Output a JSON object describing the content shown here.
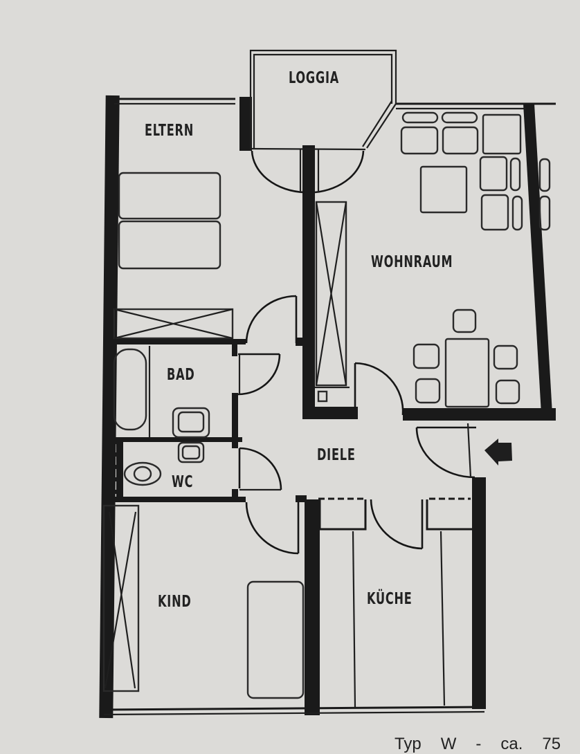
{
  "floorplan": {
    "rooms": [
      {
        "id": "loggia",
        "label": "LOGGIA"
      },
      {
        "id": "eltern",
        "label": "ELTERN"
      },
      {
        "id": "wohnraum",
        "label": "WOHNRAUM"
      },
      {
        "id": "bad",
        "label": "BAD"
      },
      {
        "id": "wc",
        "label": "WC"
      },
      {
        "id": "diele",
        "label": "DIELE"
      },
      {
        "id": "kind",
        "label": "KIND"
      },
      {
        "id": "kueche",
        "label": "KÜCHE"
      }
    ],
    "entrance": {
      "icon": "arrow-left-icon"
    },
    "caption": {
      "parts": [
        "Typ",
        "W",
        "-",
        "ca.",
        "75"
      ]
    }
  },
  "colors": {
    "background": "#dcdbd8",
    "ink": "#1a1a1a"
  }
}
